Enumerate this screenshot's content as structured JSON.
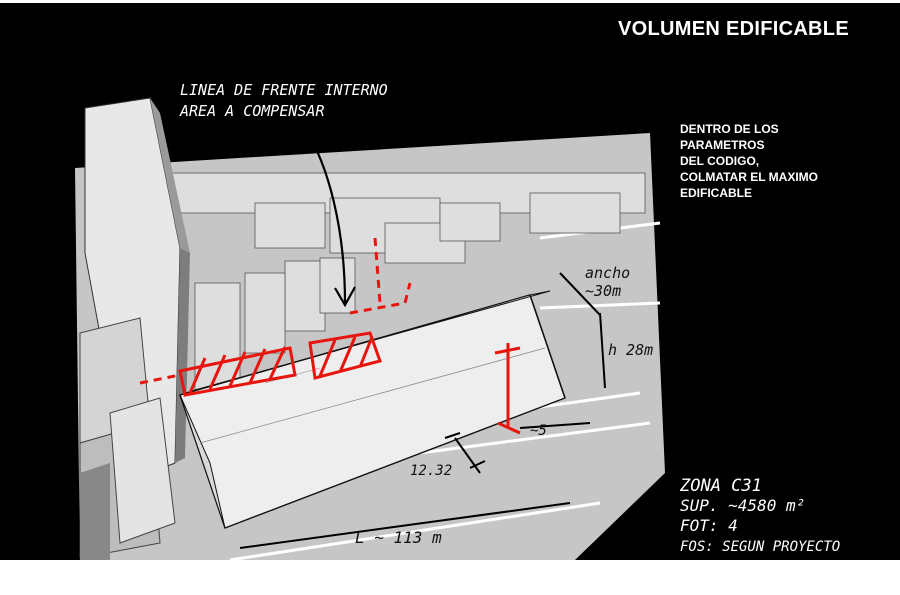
{
  "title": "VOLUMEN EDIFICABLE",
  "intro_lines": [
    "DENTRO DE LOS",
    "PARAMETROS",
    "DEL CODIGO,",
    "COLMATAR EL MAXIMO",
    "EDIFICABLE"
  ],
  "annotation": {
    "line1": "LINEA DE FRENTE INTERNO",
    "line2": "AREA A COMPENSAR"
  },
  "dimensions": {
    "width_label": "ancho",
    "width_value": "~30m",
    "height": "h 28m",
    "depth": "12.32",
    "length": "L ~ 113 m",
    "offset": "~5"
  },
  "zone": {
    "zone": "ZONA C31",
    "area": "SUP. ~4580 m²",
    "fot": "FOT: 4",
    "fos": "FOS: SEGUN PROYECTO"
  },
  "colors": {
    "background": "#000000",
    "text": "#ffffff",
    "accent": "#e8150f",
    "context": "#c9c9c9"
  }
}
